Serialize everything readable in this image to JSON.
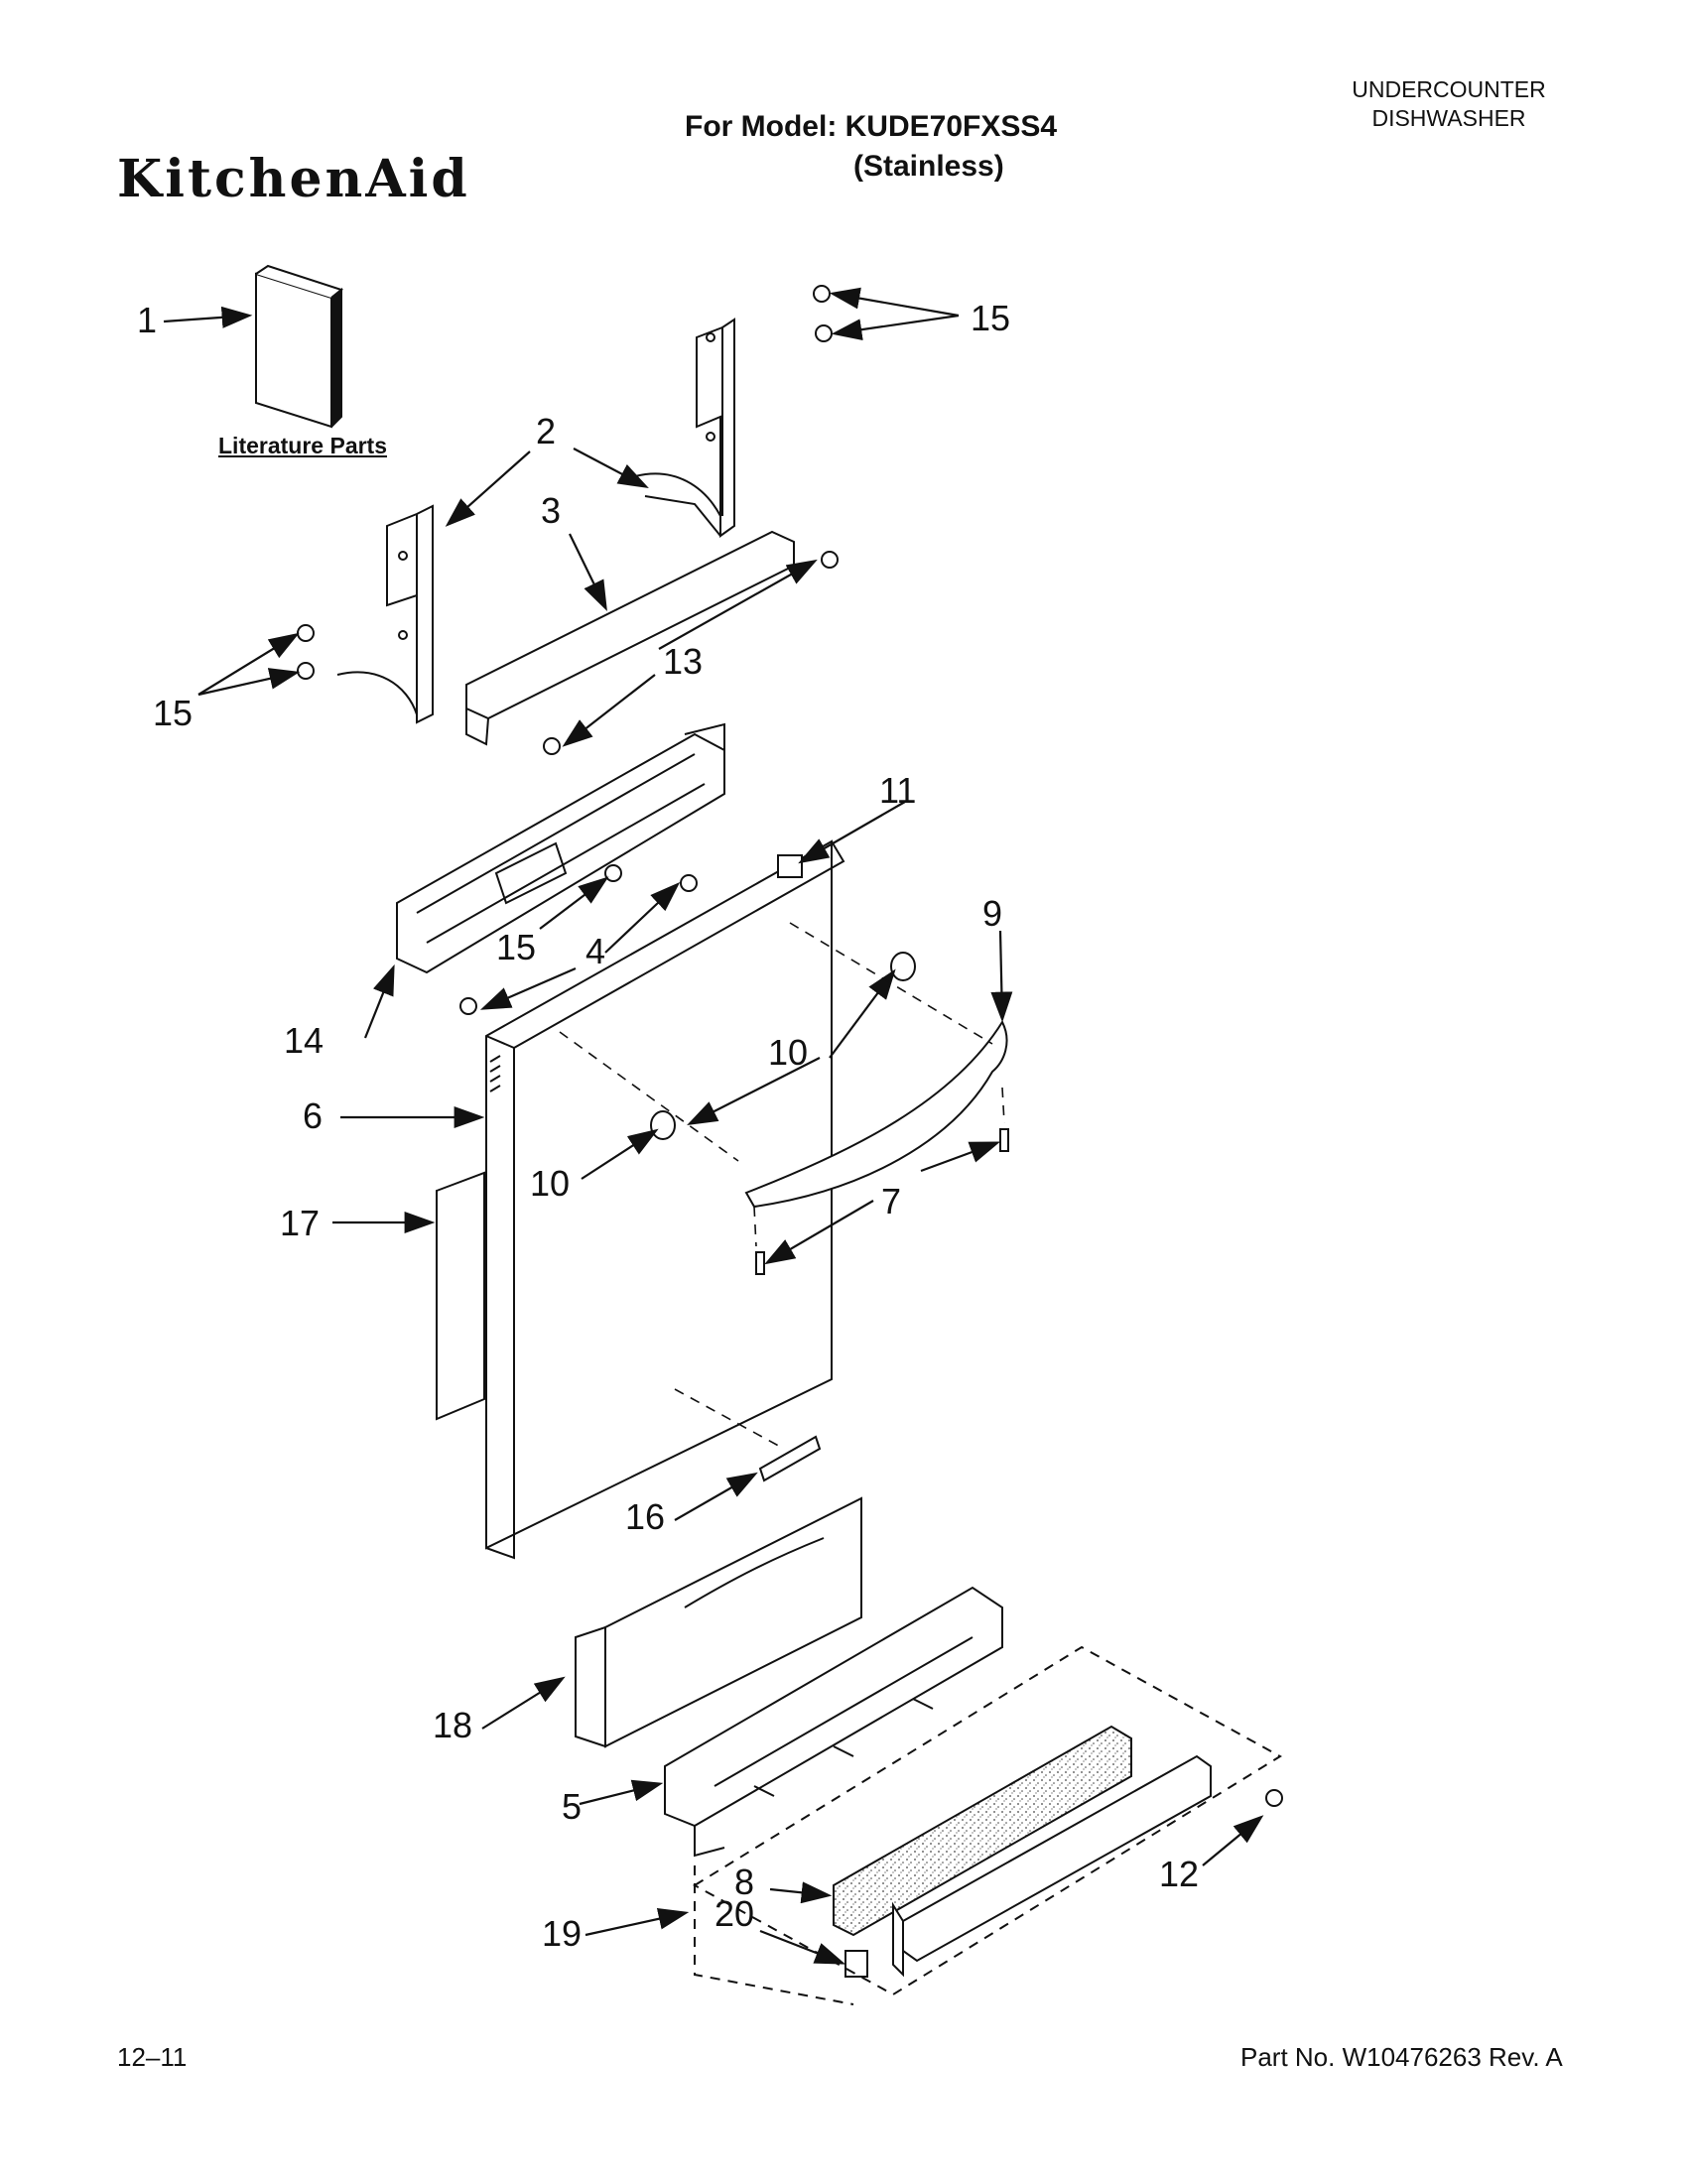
{
  "header": {
    "brand_logo": "KitchenAid",
    "model_line": "For Model: KUDE70FXSS4",
    "model_finish": "(Stainless)",
    "appliance_type_line1": "UNDERCOUNTER",
    "appliance_type_line2": "DISHWASHER"
  },
  "literature_label": "Literature Parts",
  "callouts": {
    "c1": "1",
    "c2": "2",
    "c3": "3",
    "c4": "4",
    "c5": "5",
    "c6": "6",
    "c7": "7",
    "c8": "8",
    "c9": "9",
    "c10a": "10",
    "c10b": "10",
    "c11": "11",
    "c12": "12",
    "c13": "13",
    "c14": "14",
    "c15a": "15",
    "c15b": "15",
    "c15c": "15",
    "c16": "16",
    "c17": "17",
    "c18": "18",
    "c19": "19",
    "c20": "20"
  },
  "footer": {
    "date_code": "12–11",
    "part_number": "Part No. W10476263 Rev. A"
  }
}
